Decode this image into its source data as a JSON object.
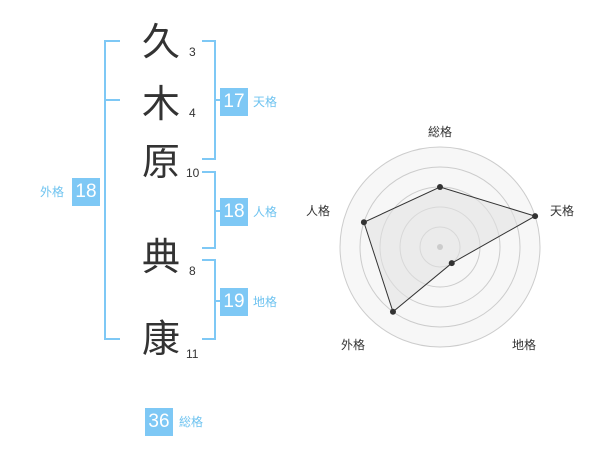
{
  "name_chars": [
    {
      "char": "久",
      "strokes": "3"
    },
    {
      "char": "木",
      "strokes": "4"
    },
    {
      "char": "原",
      "strokes": "10"
    },
    {
      "char": "典",
      "strokes": "8"
    },
    {
      "char": "康",
      "strokes": "11"
    }
  ],
  "kakusu": {
    "tenkaku": {
      "value": "17",
      "label": "天格"
    },
    "jinkaku": {
      "value": "18",
      "label": "人格"
    },
    "chikaku": {
      "value": "19",
      "label": "地格"
    },
    "gaikaku": {
      "value": "18",
      "label": "外格"
    },
    "soukaku": {
      "value": "36",
      "label": "総格"
    }
  },
  "colors": {
    "accent": "#7ec8f5",
    "text": "#333333"
  },
  "chart_data": {
    "type": "radar",
    "axes": [
      "総格",
      "天格",
      "地格",
      "外格",
      "人格"
    ],
    "values": [
      3,
      5,
      1,
      4,
      4
    ],
    "range": [
      0,
      5
    ]
  }
}
